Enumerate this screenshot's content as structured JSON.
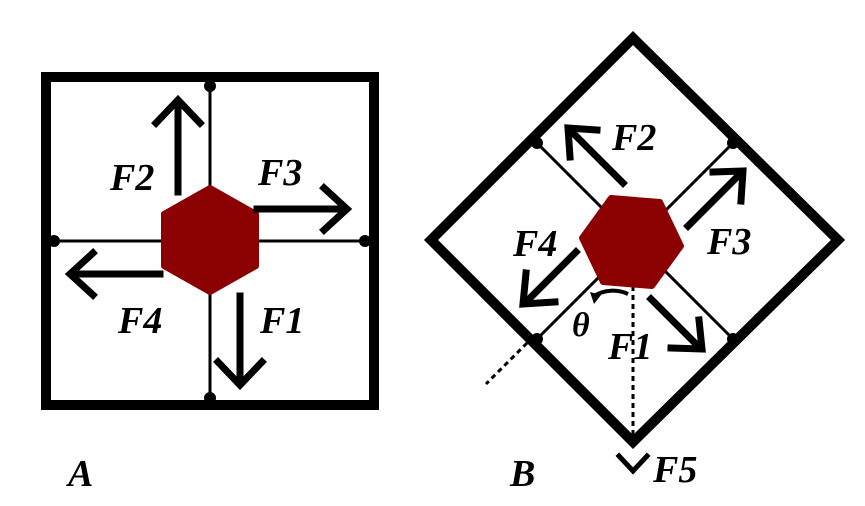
{
  "panels": {
    "a": {
      "caption": "A",
      "forces": {
        "f1": "F1",
        "f2": "F2",
        "f3": "F3",
        "f4": "F4"
      }
    },
    "b": {
      "caption": "B",
      "forces": {
        "f1": "F1",
        "f2": "F2",
        "f3": "F3",
        "f4": "F4",
        "f5": "F5"
      },
      "angle": "θ"
    }
  },
  "colors": {
    "line": "#000000",
    "hub": "#8b0000",
    "background": "#ffffff"
  }
}
